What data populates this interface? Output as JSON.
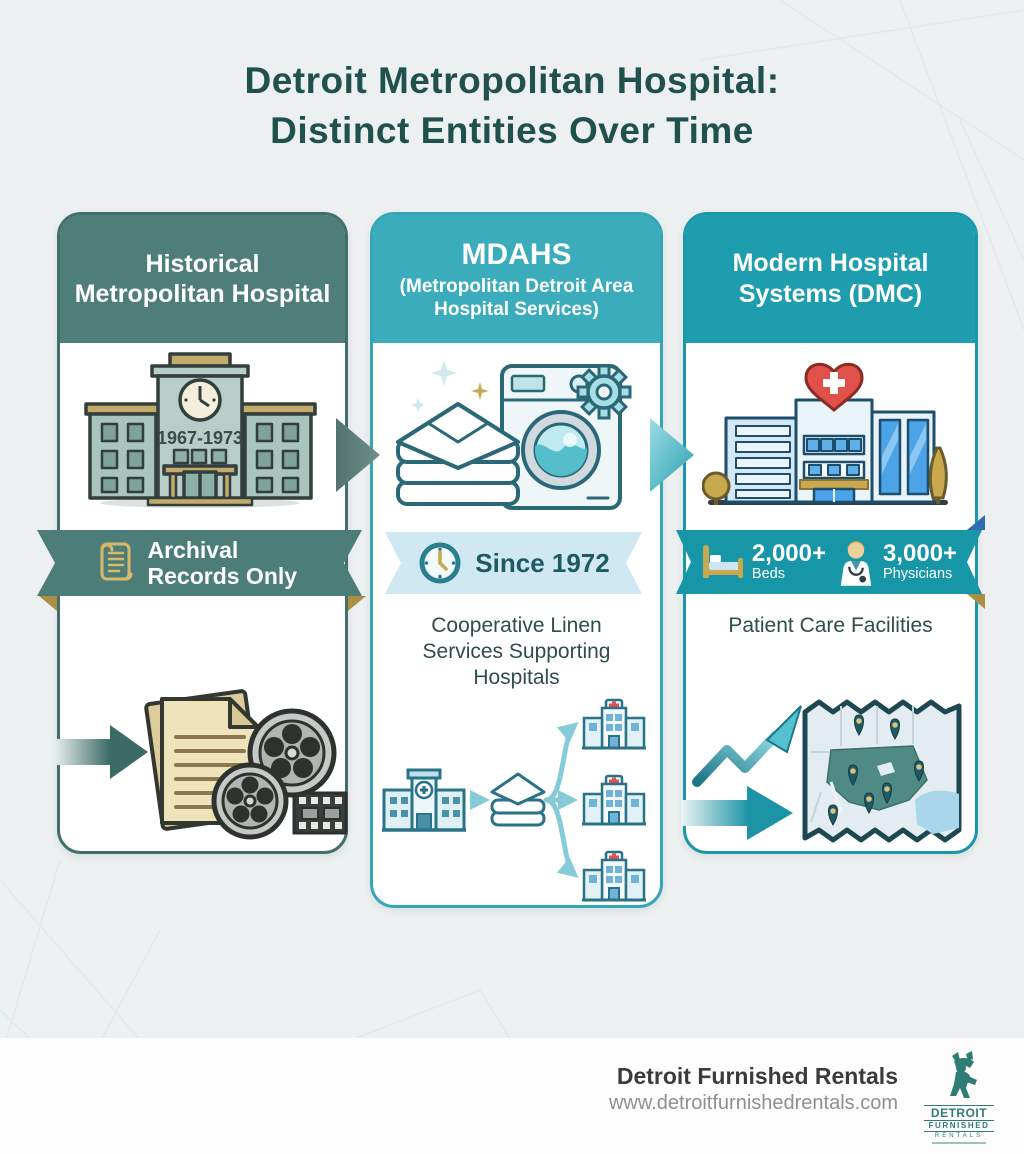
{
  "title": {
    "line1": "Detroit Metropolitan Hospital:",
    "line2": "Distinct Entities Over Time"
  },
  "columns": [
    {
      "header": "Historical Metropolitan Hospital",
      "icon": "vintage-hospital-building-icon",
      "years": "1967-1973",
      "banner_icon": "scroll-icon",
      "banner_label": "Archival Records Only",
      "illustration": "archive-documents-and-film-reels"
    },
    {
      "header": "MDAHS",
      "subheader": "(Metropolitan Detroit Area Hospital Services)",
      "icon": "linens-and-washing-machine-icon",
      "banner_icon": "clock-icon",
      "banner_label": "Since 1972",
      "body": "Cooperative Linen Services Supporting Hospitals",
      "illustration": "linen-distribution-to-hospitals-diagram"
    },
    {
      "header": "Modern Hospital Systems (DMC)",
      "icon": "modern-hospital-building-icon",
      "stats": [
        {
          "icon": "bed-icon",
          "value": "2,000+",
          "label": "Beds"
        },
        {
          "icon": "doctor-icon",
          "value": "3,000+",
          "label": "Physicians"
        }
      ],
      "body": "Patient Care Facilities",
      "illustration": "growth-arrow-and-service-map"
    }
  ],
  "footer": {
    "brand": "Detroit Furnished Rentals",
    "website": "www.detroitfurnishedrentals.com",
    "logo": {
      "icon": "mover-figure-icon",
      "line1": "DETROIT",
      "line2": "FURNISHED",
      "line3": "RENTALS"
    }
  },
  "colors": {
    "title_text": "#20514d",
    "card1_accent": "#4f7e7a",
    "card2_accent": "#3aacbc",
    "card3_accent": "#1e9dae",
    "ribbon_light_blue": "#cfe8f2",
    "gold_accent": "#c9a94f",
    "footer_brand_text": "#3b3b3b",
    "footer_url_text": "#8f8f8f",
    "logo_teal": "#2e7d74"
  }
}
